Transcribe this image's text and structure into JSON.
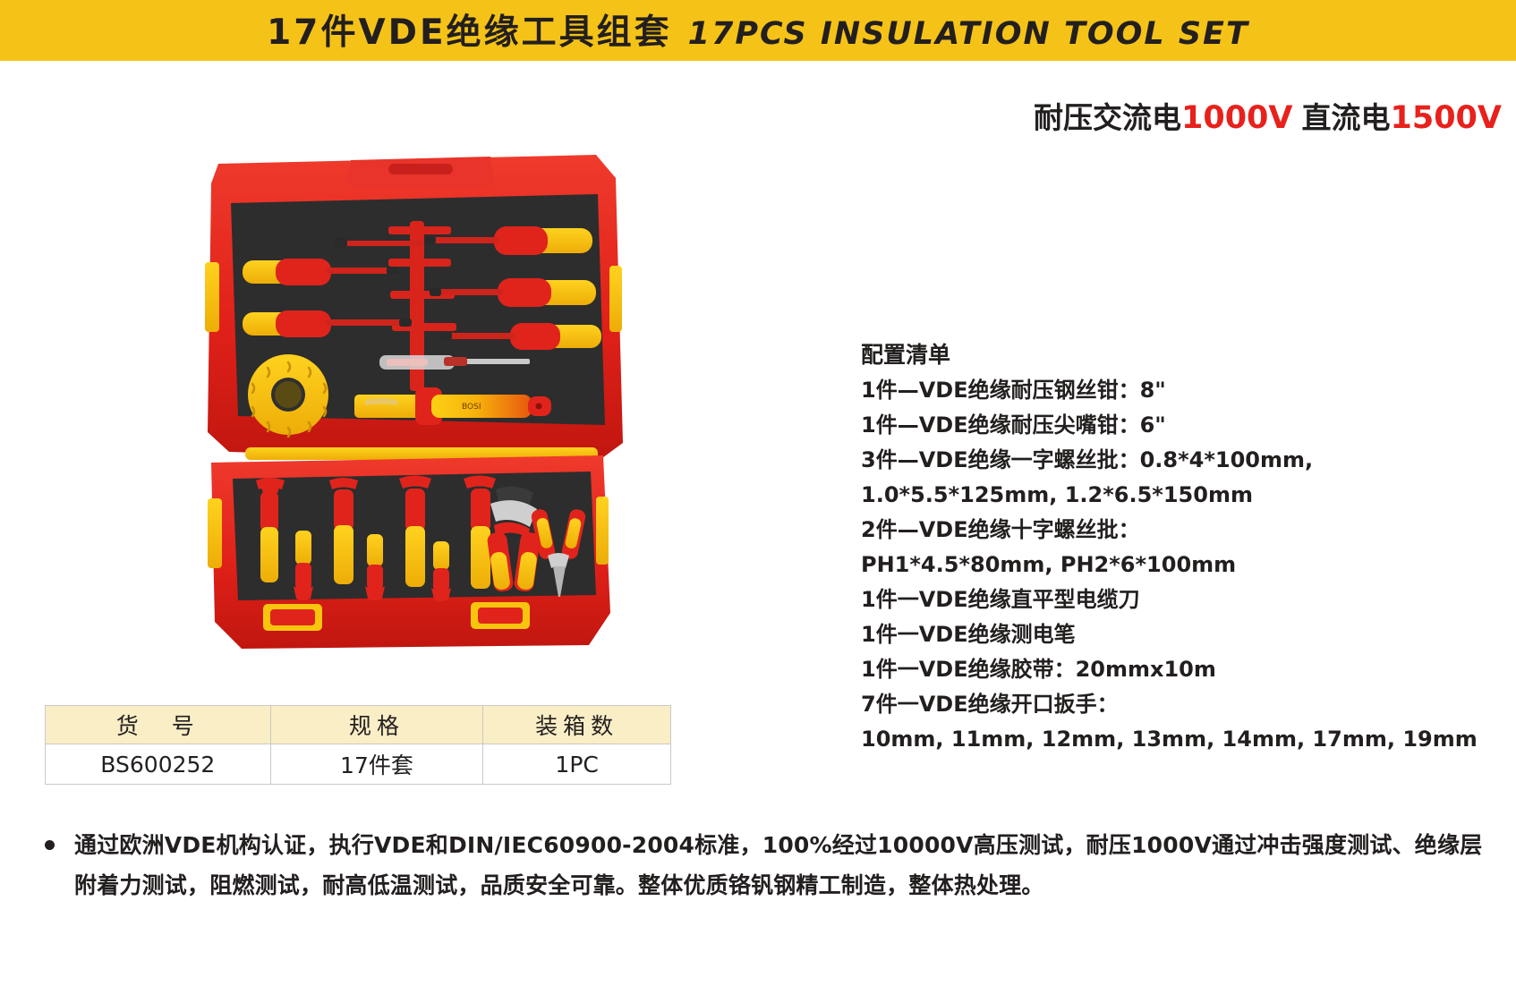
{
  "header": {
    "title_cn": "17件VDE绝缘工具组套",
    "title_en": "17PCS INSULATION TOOL SET",
    "banner_color": "#f5c318"
  },
  "voltage": {
    "label_ac": "耐压交流电",
    "value_ac": "1000V",
    "label_dc": "直流电",
    "value_dc": "1500V",
    "accent_color": "#e8211c"
  },
  "product_image": {
    "alt": "红色塑料工具箱内装17件VDE绝缘工具",
    "case_color": "#e3231e",
    "foam_color": "#2b2b2b",
    "handle_color": "#f5c318"
  },
  "config": {
    "title": "配置清单",
    "items": [
      "1件—VDE绝缘耐压钢丝钳：8\"",
      "1件—VDE绝缘耐压尖嘴钳：6\"",
      "3件—VDE绝缘一字螺丝批：0.8*4*100mm,",
      "1.0*5.5*125mm, 1.2*6.5*150mm",
      "2件—VDE绝缘十字螺丝批：",
      "PH1*4.5*80mm, PH2*6*100mm",
      "1件一VDE绝缘直平型电缆刀",
      "1件一VDE绝缘测电笔",
      "1件一VDE绝缘胶带：20mmx10m",
      "7件一VDE绝缘开口扳手：",
      "10mm, 11mm, 12mm, 13mm, 14mm, 17mm, 19mm"
    ]
  },
  "spec_table": {
    "headers": [
      "货　号",
      "规格",
      "装箱数"
    ],
    "rows": [
      [
        "BS600252",
        "17件套",
        "1PC"
      ]
    ],
    "header_bg": "#faeec6"
  },
  "note": {
    "text": "通过欧洲VDE机构认证，执行VDE和DIN/IEC60900-2004标准，100%经过10000V高压测试，耐压1000V通过冲击强度测试、绝缘层附着力测试，阻燃测试，耐高低温测试，品质安全可靠。整体优质铬钒钢精工制造，整体热处理。"
  }
}
